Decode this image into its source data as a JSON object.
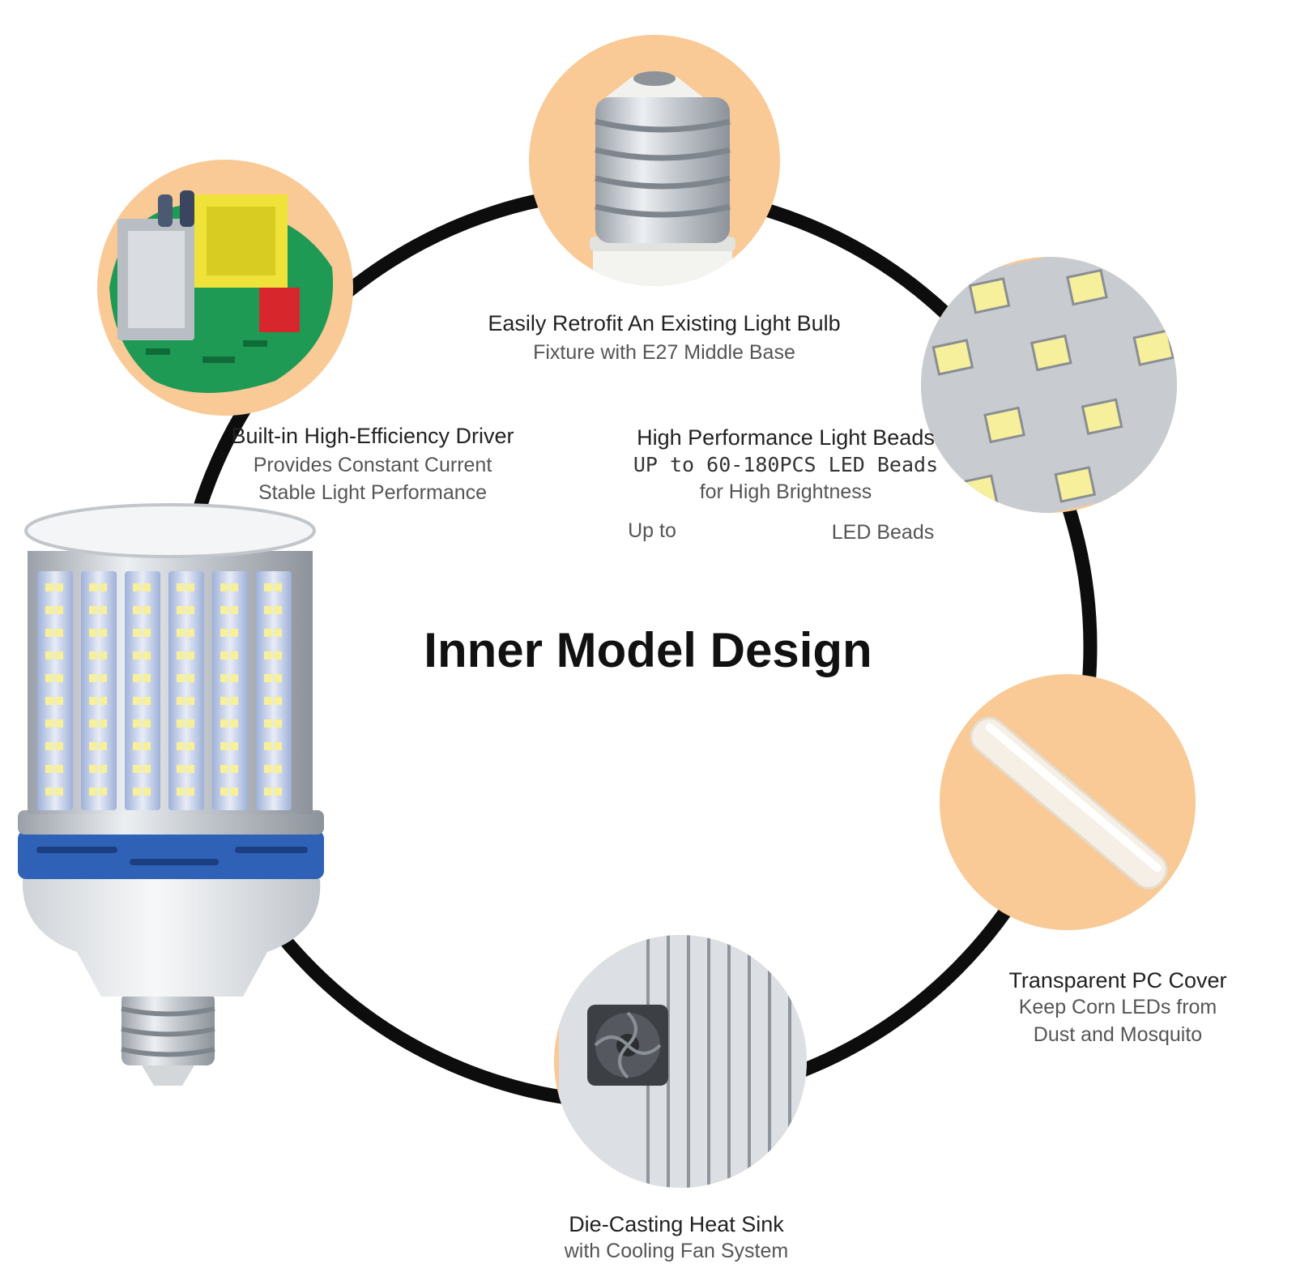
{
  "title": "Inner Model Design",
  "features": {
    "base": {
      "icon": "e27-screw-base-icon",
      "heading": "Easily Retrofit An Existing Light Bulb",
      "detail": "Fixture with E27 Middle Base"
    },
    "driver": {
      "icon": "circuit-board-icon",
      "heading": "Built-in High-Efficiency Driver",
      "line1": "Provides Constant Current",
      "line2": "Stable Light Performance"
    },
    "beads": {
      "icon": "led-chip-icon",
      "heading": "High Performance Light Beads",
      "line1": "UP to 60-180PCS LED Beads",
      "line2": "for High Brightness",
      "up_to": "Up to",
      "led_beads": "LED Beads"
    },
    "cover": {
      "icon": "transparent-cover-icon",
      "heading": "Transparent PC Cover",
      "line1": "Keep Corn LEDs from",
      "line2": "Dust and Mosquito"
    },
    "heatsink": {
      "icon": "heat-sink-fan-icon",
      "heading": "Die-Casting Heat Sink",
      "detail": "with Cooling Fan System"
    }
  },
  "product": {
    "icon": "corn-led-bulb-icon"
  },
  "colors": {
    "circle_fill": "#f9c996",
    "ring": "#0d0d0d",
    "led": "#f6ef9c",
    "band": "#2f62b6",
    "pcb": "#1f9a55",
    "background": "#ffffff"
  }
}
